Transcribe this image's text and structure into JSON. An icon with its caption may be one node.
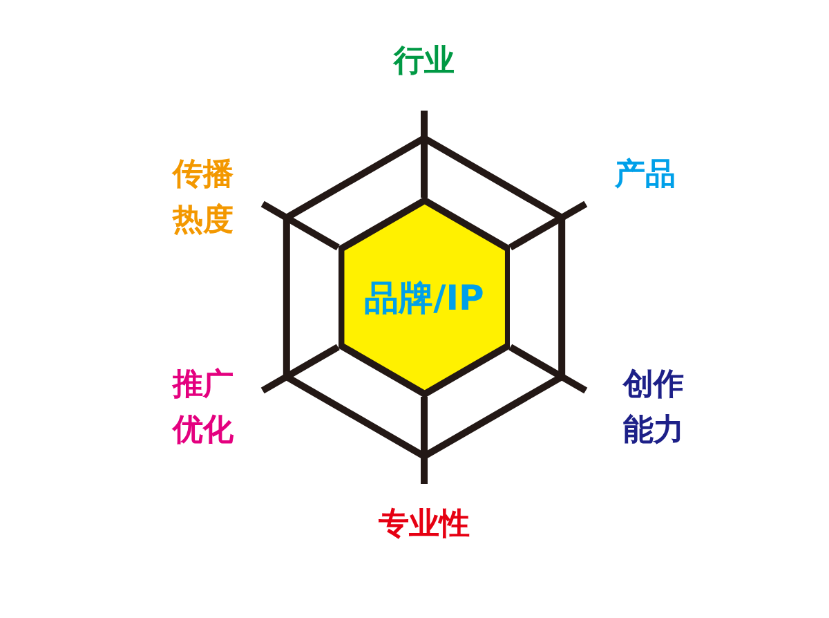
{
  "diagram": {
    "nodes": [
      {
        "text": [
          "品牌/IP"
        ]
      },
      {
        "text": [
          "行业"
        ]
      },
      {
        "text": [
          "产品"
        ]
      },
      {
        "text": [
          "创作能力"
        ]
      },
      {
        "text": [
          "专业性"
        ]
      },
      {
        "text": [
          "推广优化"
        ]
      },
      {
        "text": [
          "传播热度"
        ]
      }
    ],
    "edges": [
      {
        "from": 0,
        "to": 1,
        "arrow": "none"
      },
      {
        "from": 0,
        "to": 2,
        "arrow": "none"
      },
      {
        "from": 0,
        "to": 3,
        "arrow": "none"
      },
      {
        "from": 0,
        "to": 4,
        "arrow": "none"
      },
      {
        "from": 0,
        "to": 5,
        "arrow": "none"
      },
      {
        "from": 0,
        "to": 6,
        "arrow": "none"
      }
    ]
  }
}
